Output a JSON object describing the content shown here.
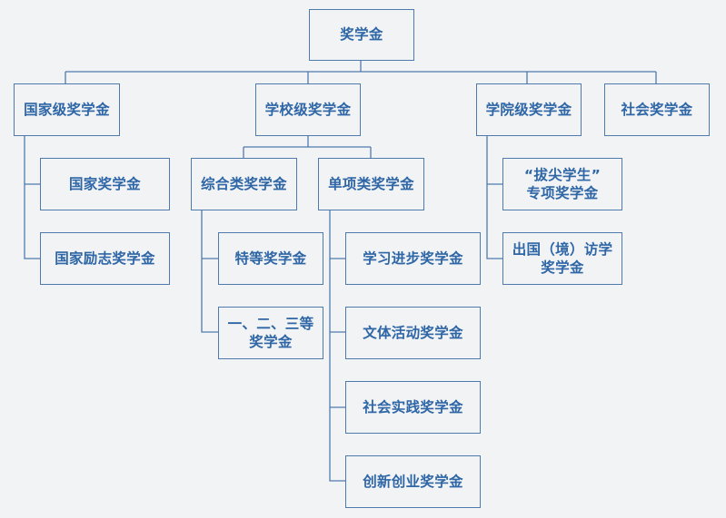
{
  "root": "奖学金",
  "national": {
    "label": "国家级奖学金",
    "children": [
      "国家奖学金",
      "国家励志奖学金"
    ]
  },
  "school": {
    "label": "学校级奖学金",
    "comprehensive": {
      "label": "综合类奖学金",
      "children": [
        "特等奖学金",
        "一、二、三等\n奖学金"
      ]
    },
    "single": {
      "label": "单项类奖学金",
      "children": [
        "学习进步奖学金",
        "文体活动奖学金",
        "社会实践奖学金",
        "创新创业奖学金"
      ]
    }
  },
  "college": {
    "label": "学院级奖学金",
    "children": [
      "“拔尖学生”\n专项奖学金",
      "出国（境）访学\n奖学金"
    ]
  },
  "social": {
    "label": "社会奖学金"
  },
  "colors": {
    "line": "#4f7aad",
    "text": "#2e66a6",
    "background": "#f2f3f5"
  }
}
